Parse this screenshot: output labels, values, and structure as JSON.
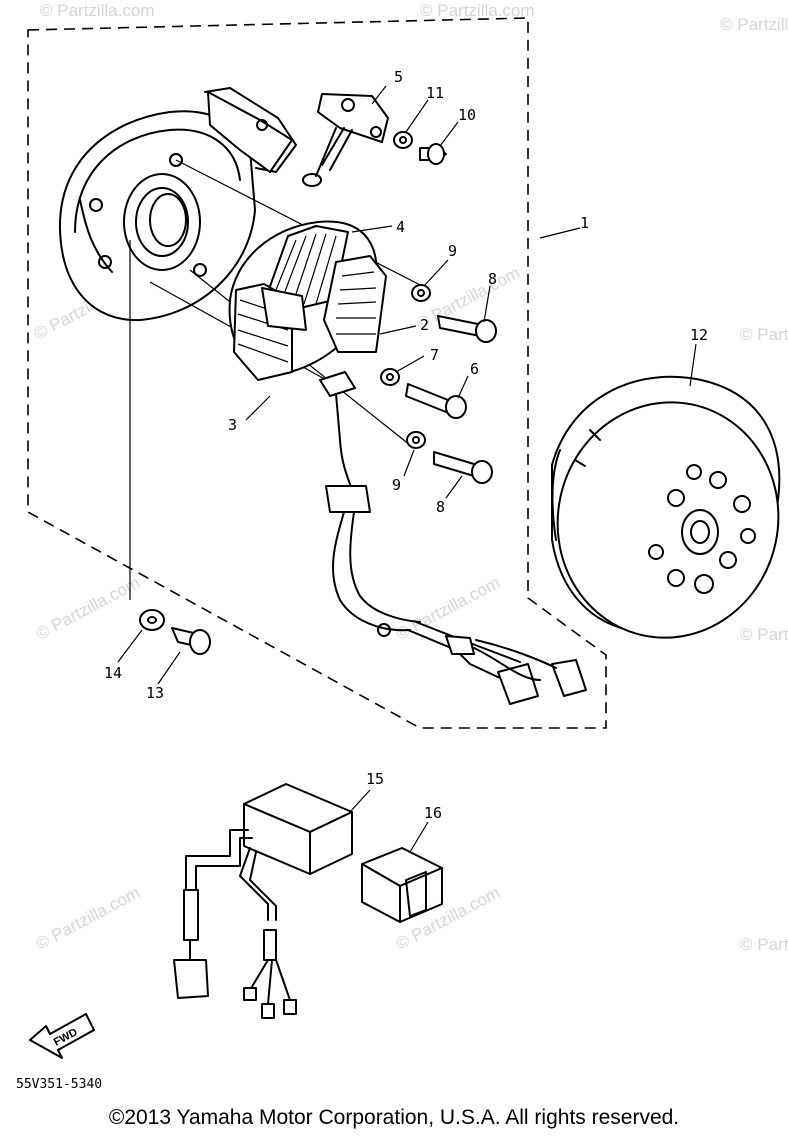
{
  "diagram": {
    "watermark": "© Partzilla.com",
    "diagram_code": "55V351-5340",
    "direction_marker": "FWD",
    "copyright": "©2013  Yamaha Motor Corporation, U.S.A. All rights reserved.",
    "callouts": {
      "c1": "1",
      "c2": "2",
      "c3": "3",
      "c4": "4",
      "c5": "5",
      "c6": "6",
      "c7": "7",
      "c8a": "8",
      "c8b": "8",
      "c9a": "9",
      "c9b": "9",
      "c10": "10",
      "c11": "11",
      "c12": "12",
      "c13": "13",
      "c14": "14",
      "c15": "15",
      "c16": "16"
    }
  }
}
